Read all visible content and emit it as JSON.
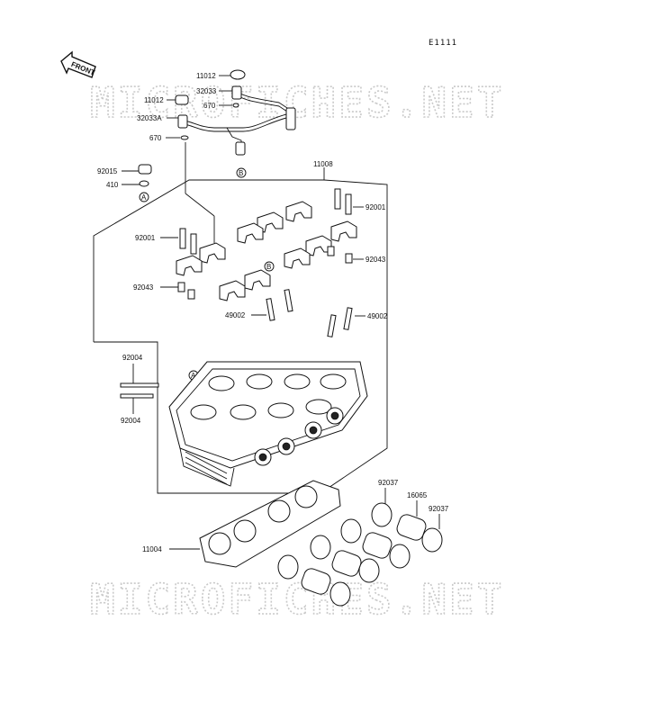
{
  "figure_code": "E1111",
  "front_label": "FRONT",
  "watermark_text": "MICROFICHES.NET",
  "ref_markers": {
    "a": "A",
    "b": "B"
  },
  "part_labels": {
    "p11012_top": "11012",
    "p32033": "32033",
    "p11012_left": "11012",
    "p670_mid": "670",
    "p32033A": "32033A",
    "p670_low": "670",
    "p92015": "92015",
    "p410": "410",
    "p11008": "11008",
    "p92001_right": "92001",
    "p92001_left": "92001",
    "p92043_right": "92043",
    "p92043_left": "92043",
    "p49002_left": "49002",
    "p49002_right": "49002",
    "p92004_top": "92004",
    "p92004_bottom": "92004",
    "p92037_left": "92037",
    "p16065": "16065",
    "p92037_right": "92037",
    "p11004": "11004"
  }
}
